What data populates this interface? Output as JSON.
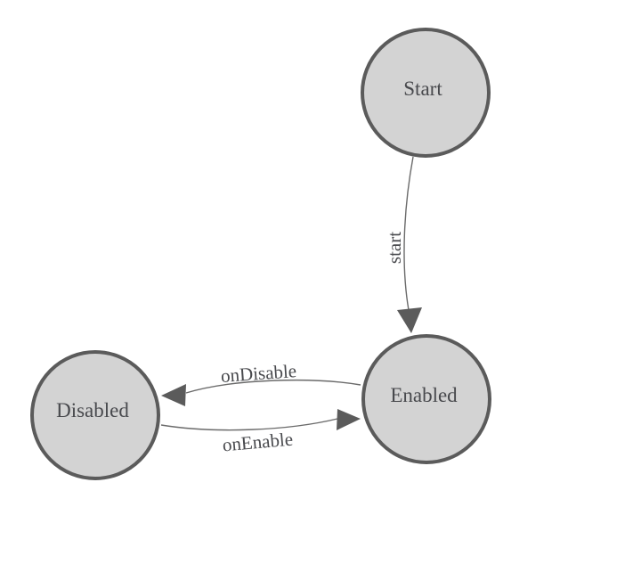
{
  "diagram": {
    "kind": "state-machine",
    "colors": {
      "background": "#ffffff",
      "node_fill": "#d3d3d3",
      "node_stroke": "#5b5b5b",
      "edge_stroke": "#6a6a6a",
      "arrow_fill": "#5b5b5b",
      "label_text": "#48494d"
    },
    "nodes": [
      {
        "id": "start",
        "label": "Start"
      },
      {
        "id": "enabled",
        "label": "Enabled"
      },
      {
        "id": "disabled",
        "label": "Disabled"
      }
    ],
    "edges": [
      {
        "from": "Start",
        "to": "Enabled",
        "label": "start"
      },
      {
        "from": "Enabled",
        "to": "Disabled",
        "label": "onDisable"
      },
      {
        "from": "Disabled",
        "to": "Enabled",
        "label": "onEnable"
      }
    ]
  }
}
